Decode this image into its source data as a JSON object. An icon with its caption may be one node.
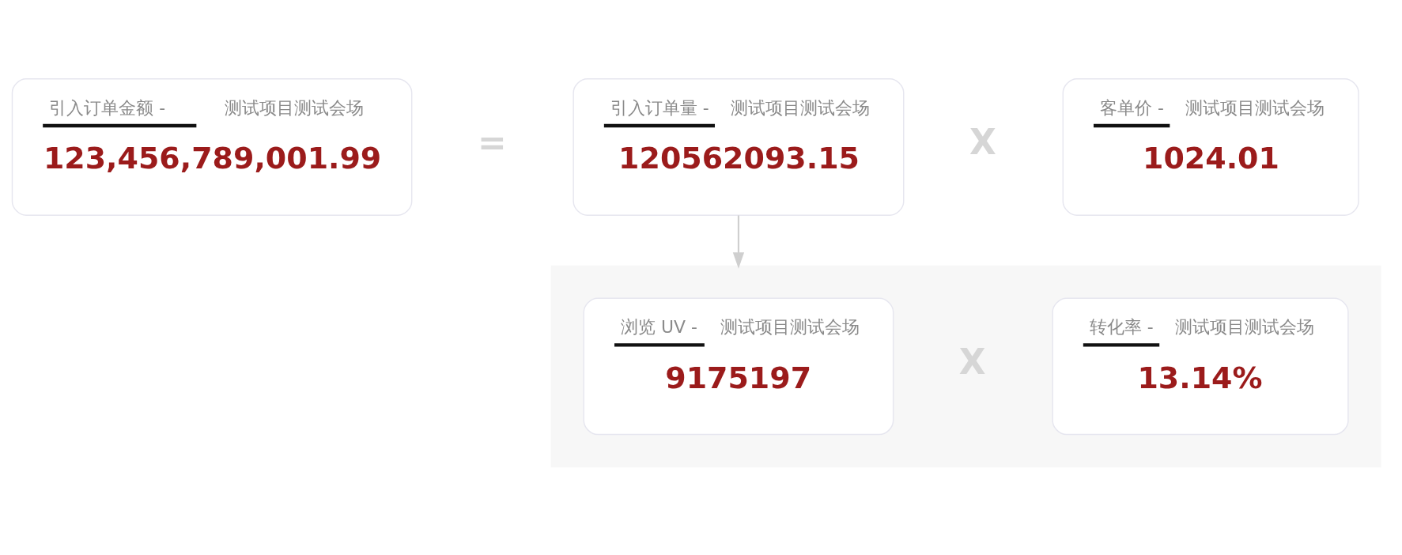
{
  "diagram": {
    "nodes": [
      {
        "text": [
          "引入订单金额 -",
          "测试项目测试会场",
          "123,456,789,001.99"
        ]
      },
      {
        "text": [
          "引入订单量 -",
          "测试项目测试会场",
          "120562093.15"
        ]
      },
      {
        "text": [
          "客单价 -",
          "测试项目测试会场",
          "1024.01"
        ]
      },
      {
        "text": [],
        "shape": "box"
      },
      {
        "text": [
          "浏览 UV -",
          "测试项目测试会场",
          "9175197"
        ],
        "in": 3
      },
      {
        "text": [
          "转化率 -",
          "测试项目测试会场",
          "13.14%"
        ],
        "in": 3
      }
    ],
    "edges": [
      {
        "from": 1,
        "to": 3,
        "arrow": "to"
      }
    ],
    "labels": [
      "=",
      "X",
      "X"
    ]
  }
}
